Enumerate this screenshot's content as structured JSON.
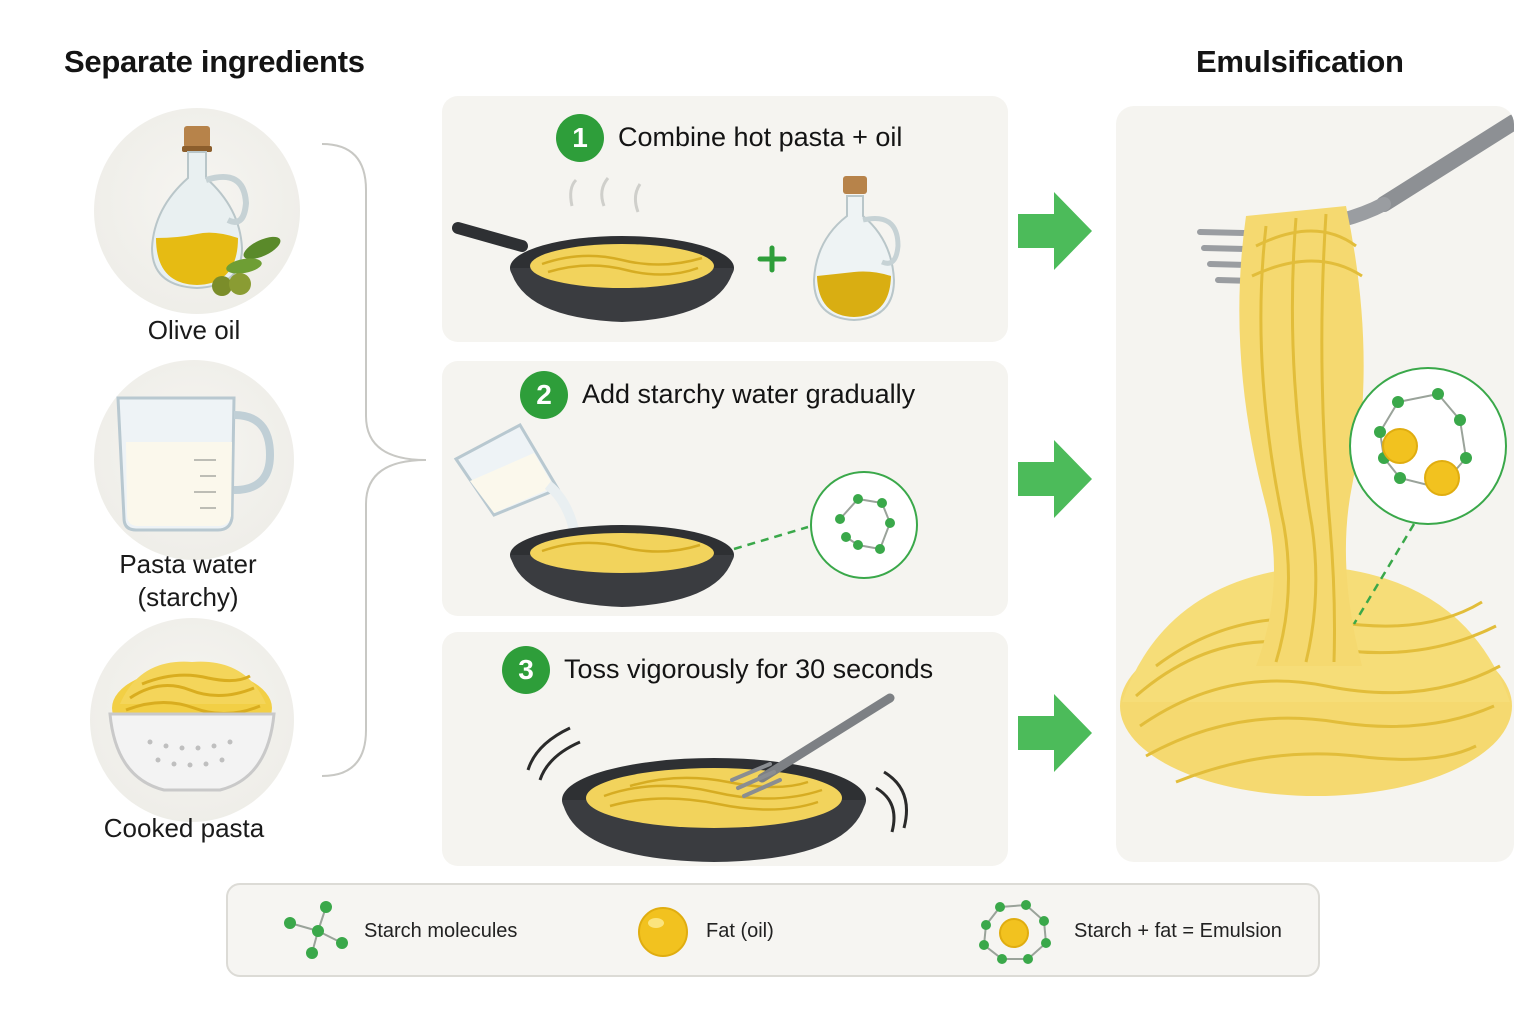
{
  "headings": {
    "left": "Separate ingredients",
    "right": "Emulsification"
  },
  "ingredients": [
    {
      "label": "Olive oil"
    },
    {
      "label_line1": "Pasta water",
      "label_line2": "(starchy)"
    },
    {
      "label": "Cooked pasta"
    }
  ],
  "steps": [
    {
      "number": "1",
      "title": "Combine hot pasta + oil"
    },
    {
      "number": "2",
      "title": "Add starchy water gradually"
    },
    {
      "number": "3",
      "title": "Toss vigorously for 30 seconds"
    }
  ],
  "legend": {
    "starch": "Starch molecules",
    "fat": "Fat (oil)",
    "emulsion": "Starch + fat = Emulsion"
  },
  "colors": {
    "accent_green": "#2e9e3a",
    "arrow_green": "#4cbb5a",
    "oil_yellow": "#e8c21a",
    "pasta_yellow": "#f2d35c",
    "pan_dark": "#2e3033"
  }
}
